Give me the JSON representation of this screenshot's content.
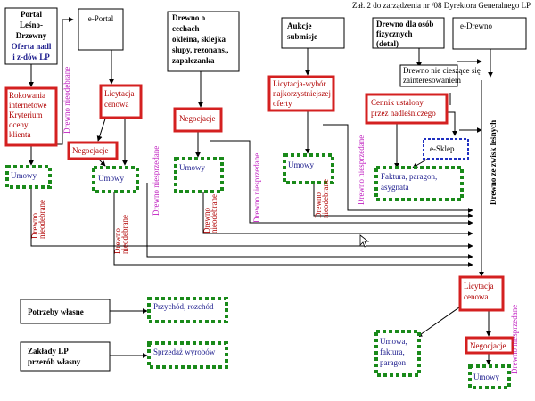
{
  "header_note": "Zał. 2 do zarządzenia nr          /08 Dyrektora Generalnego LP",
  "top_nodes": {
    "portal": [
      "Portal",
      "Leśno-",
      "Drzewny"
    ],
    "portal_offer": [
      "Oferta nadl",
      "i z-dów LP"
    ],
    "eportal": "e-Portal",
    "drewno_cechach": [
      "Drewno o",
      "cechach",
      "okleina, sklejka",
      "słupy, rezonans.,",
      "zapałczanka"
    ],
    "aukcje": [
      "Aukcje",
      "submisje"
    ],
    "drewno_fizyczne": [
      "Drewno dla  osób",
      "fizycznych",
      "(detal)"
    ],
    "edrewno": "e-Drewno"
  },
  "red_boxes": {
    "rokowania": [
      "Rokowania",
      "internetowe",
      "Kryterium",
      "oceny",
      "klienta"
    ],
    "licytacja_1": [
      "Licytacja",
      "cenowa"
    ],
    "negocjacje_1": "Negocjacje",
    "negocjacje_2": "Negocjacje",
    "licytacja_wybor": [
      "Licytacja-wybór",
      "najkorzystniejszej",
      "oferty"
    ],
    "cennik": [
      "Cennik ustalony",
      "przez nadleśniczego"
    ],
    "licytacja_2": [
      "Licytacja",
      "cenowa"
    ],
    "negocjacje_3": "Negocjacje"
  },
  "green_boxes": {
    "umowy_1": "Umowy",
    "umowy_2": "Umowy",
    "umowy_3": "Umowy",
    "umowy_4": "Umowy",
    "faktura": [
      "Faktura, paragon,",
      "asygnata"
    ],
    "umowa_faktura": [
      "Umowa,",
      "faktura,",
      "paragon"
    ],
    "umowy_5": "Umowy",
    "przychod": "Przychód, rozchód",
    "sprzedaz": "Sprzedaż wyrobów"
  },
  "blue_box": {
    "esklep": "e-Sklep"
  },
  "side_boxes": {
    "potrzeby": "Potrzeby własne",
    "zaklady": [
      "Zakłady LP",
      "przerób własny"
    ]
  },
  "note_box": [
    "Drewno nie cieszące się",
    "zainteresowaniem"
  ],
  "vertical_labels": {
    "nieodebrane": "Drewno nieodebrane",
    "niesprzedane": "Drewno niesprzedane",
    "ze_zwisk": "Drewno ze zwisk leśnych",
    "drewno_nieodebrane_short": [
      "Drewno",
      "nieodebrane"
    ]
  },
  "colors": {
    "red_frame": "#d42020",
    "green_frame": "#1a8a1a",
    "blue_frame": "#2030c0",
    "magenta_text": "#c020c0",
    "dark_red_text": "#b00000"
  },
  "icons": {
    "cursor": "mouse-cursor-icon"
  }
}
